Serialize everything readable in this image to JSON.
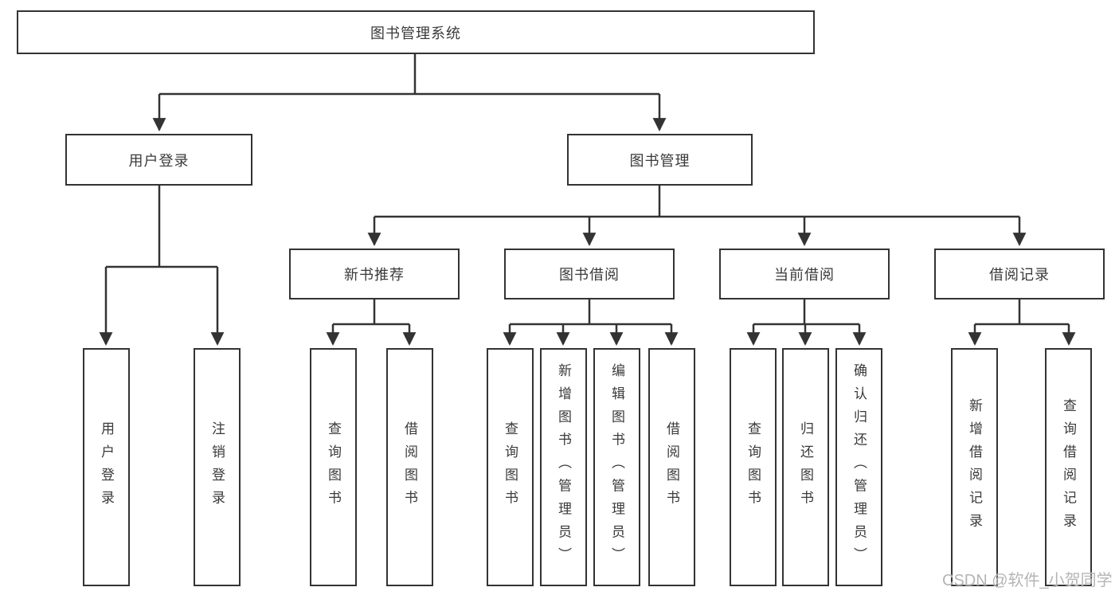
{
  "nodes": {
    "root": {
      "label": "图书管理系统"
    },
    "user_login": {
      "label": "用户登录"
    },
    "book_mgmt": {
      "label": "图书管理"
    },
    "new_book_rec": {
      "label": "新书推荐"
    },
    "book_borrow": {
      "label": "图书借阅"
    },
    "current_borrow": {
      "label": "当前借阅"
    },
    "borrow_record": {
      "label": "借阅记录"
    },
    "login": {
      "label": "用户登录"
    },
    "logout": {
      "label": "注销登录"
    },
    "nbr_query": {
      "label": "查询图书"
    },
    "nbr_borrow": {
      "label": "借阅图书"
    },
    "bb_query": {
      "label": "查询图书"
    },
    "bb_add": {
      "label": "新增图书（管理员）"
    },
    "bb_edit": {
      "label": "编辑图书（管理员）"
    },
    "bb_borrow": {
      "label": "借阅图书"
    },
    "cb_query": {
      "label": "查询图书"
    },
    "cb_return": {
      "label": "归还图书"
    },
    "cb_confirm": {
      "label": "确认归还（管理员）"
    },
    "br_add": {
      "label": "新增借阅记录"
    },
    "br_query": {
      "label": "查询借阅记录"
    }
  },
  "watermark": {
    "text": "CSDN @软件_小贺同学"
  },
  "colors": {
    "line": "#333333",
    "box_border": "#333333",
    "text": "#3a3a3a",
    "watermark": "#b5b5b5",
    "background": "#ffffff"
  }
}
